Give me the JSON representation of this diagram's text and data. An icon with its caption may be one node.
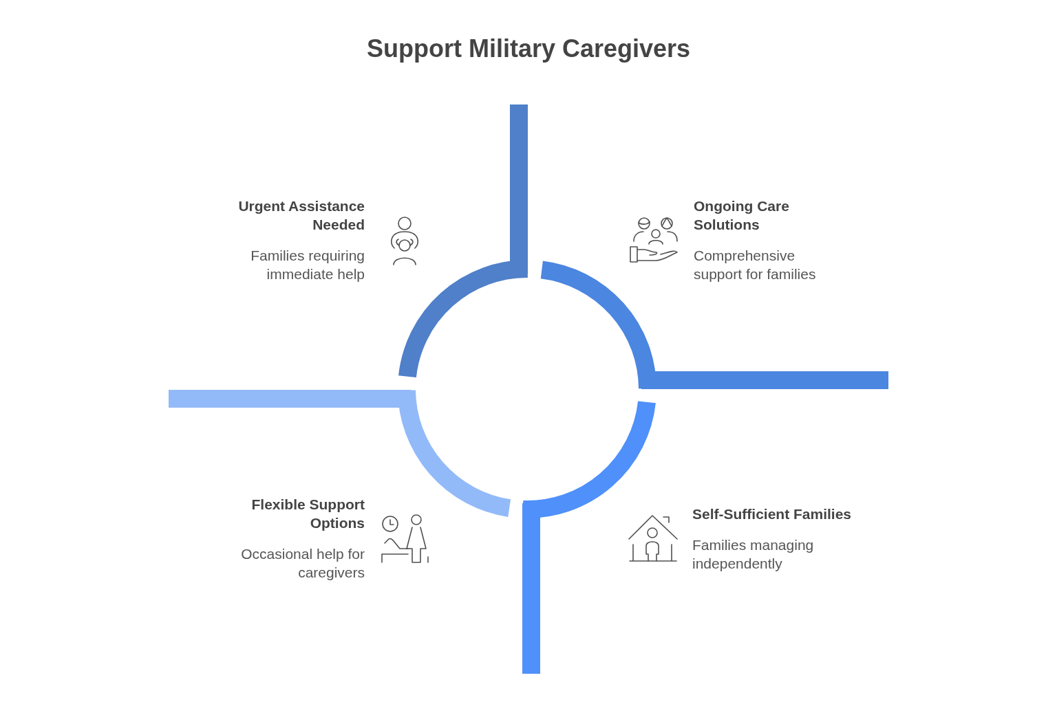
{
  "diagram": {
    "title": "Support Military Caregivers",
    "nodes": [
      {
        "text": [
          "Urgent Assistance Needed",
          "Families requiring immediate help"
        ]
      },
      {
        "text": [
          "Ongoing Care Solutions",
          "Comprehensive support for families"
        ]
      },
      {
        "text": [
          "Flexible Support Options",
          "Occasional help for caregivers"
        ]
      },
      {
        "text": [
          "Self-Sufficient Families",
          "Families managing independently"
        ]
      }
    ]
  }
}
